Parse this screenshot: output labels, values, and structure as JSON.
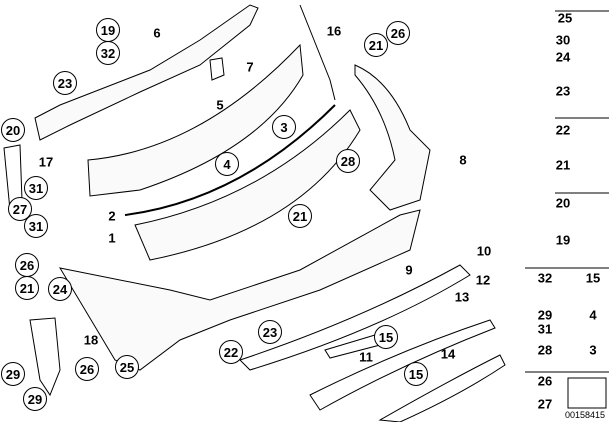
{
  "diagram": {
    "labels": [
      {
        "text": "19",
        "circled": true
      },
      {
        "text": "32",
        "circled": true
      },
      {
        "text": "6",
        "circled": false
      },
      {
        "text": "23",
        "circled": true
      },
      {
        "text": "7",
        "circled": false
      },
      {
        "text": "16",
        "circled": false
      },
      {
        "text": "21",
        "circled": true
      },
      {
        "text": "26",
        "circled": true
      },
      {
        "text": "5",
        "circled": false
      },
      {
        "text": "3",
        "circled": true
      },
      {
        "text": "20",
        "circled": true
      },
      {
        "text": "17",
        "circled": false
      },
      {
        "text": "4",
        "circled": true
      },
      {
        "text": "28",
        "circled": true
      },
      {
        "text": "8",
        "circled": false
      },
      {
        "text": "31",
        "circled": true
      },
      {
        "text": "27",
        "circled": true
      },
      {
        "text": "31",
        "circled": true
      },
      {
        "text": "2",
        "circled": false
      },
      {
        "text": "21",
        "circled": true
      },
      {
        "text": "1",
        "circled": false
      },
      {
        "text": "9",
        "circled": false
      },
      {
        "text": "10",
        "circled": false
      },
      {
        "text": "26",
        "circled": true
      },
      {
        "text": "21",
        "circled": true
      },
      {
        "text": "24",
        "circled": true
      },
      {
        "text": "12",
        "circled": false
      },
      {
        "text": "13",
        "circled": false
      },
      {
        "text": "18",
        "circled": false
      },
      {
        "text": "23",
        "circled": true
      },
      {
        "text": "15",
        "circled": true
      },
      {
        "text": "22",
        "circled": true
      },
      {
        "text": "11",
        "circled": false
      },
      {
        "text": "14",
        "circled": false
      },
      {
        "text": "25",
        "circled": true
      },
      {
        "text": "26",
        "circled": true
      },
      {
        "text": "29",
        "circled": true
      },
      {
        "text": "15",
        "circled": true
      },
      {
        "text": "29",
        "circled": true
      }
    ],
    "side_labels": [
      "25",
      "30",
      "24",
      "23",
      "22",
      "21",
      "20",
      "19",
      "32",
      "15",
      "29",
      "4",
      "31",
      "28",
      "3",
      "26",
      "27"
    ],
    "footer_code": "00158415"
  }
}
